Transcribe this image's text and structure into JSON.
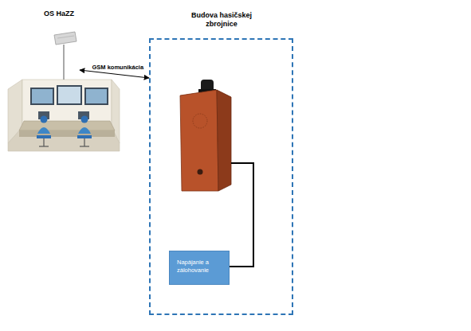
{
  "diagram": {
    "nodes": [
      {
        "text": [
          "OS HaZZ"
        ]
      },
      {
        "text": [
          "Budova hasičskej zbrojnice"
        ]
      },
      {
        "text": [
          "Napájanie a zálohovanie"
        ],
        "in": 1
      }
    ],
    "edges": [
      {
        "from": 0,
        "to": 1,
        "label": "GSM komunikácia",
        "arrow": "both"
      }
    ]
  }
}
